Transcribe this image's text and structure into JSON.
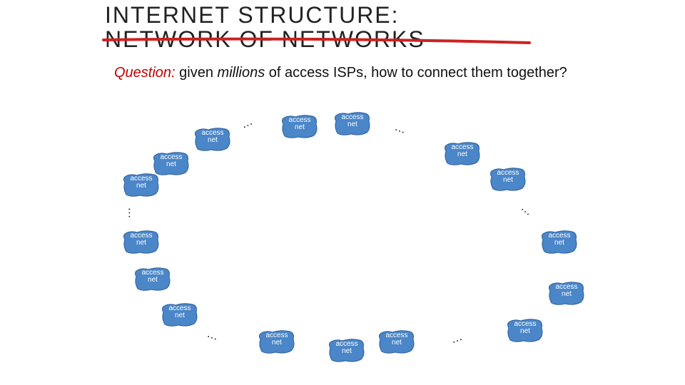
{
  "title": {
    "line1": "INTERNET STRUCTURE:",
    "line2": "NETWORK OF NETWORKS"
  },
  "question": {
    "label": "Question:",
    "part1": " given ",
    "emphasis": "millions",
    "part2": " of access ISPs, how to connect them together?"
  },
  "access_net": {
    "line1": "access",
    "line2": "net"
  },
  "ellipsis": "…",
  "colors": {
    "network_fill": "#4a86c8",
    "network_stroke": "#2f5f9a",
    "underline": "#cc2222",
    "question_label": "#c00000"
  }
}
